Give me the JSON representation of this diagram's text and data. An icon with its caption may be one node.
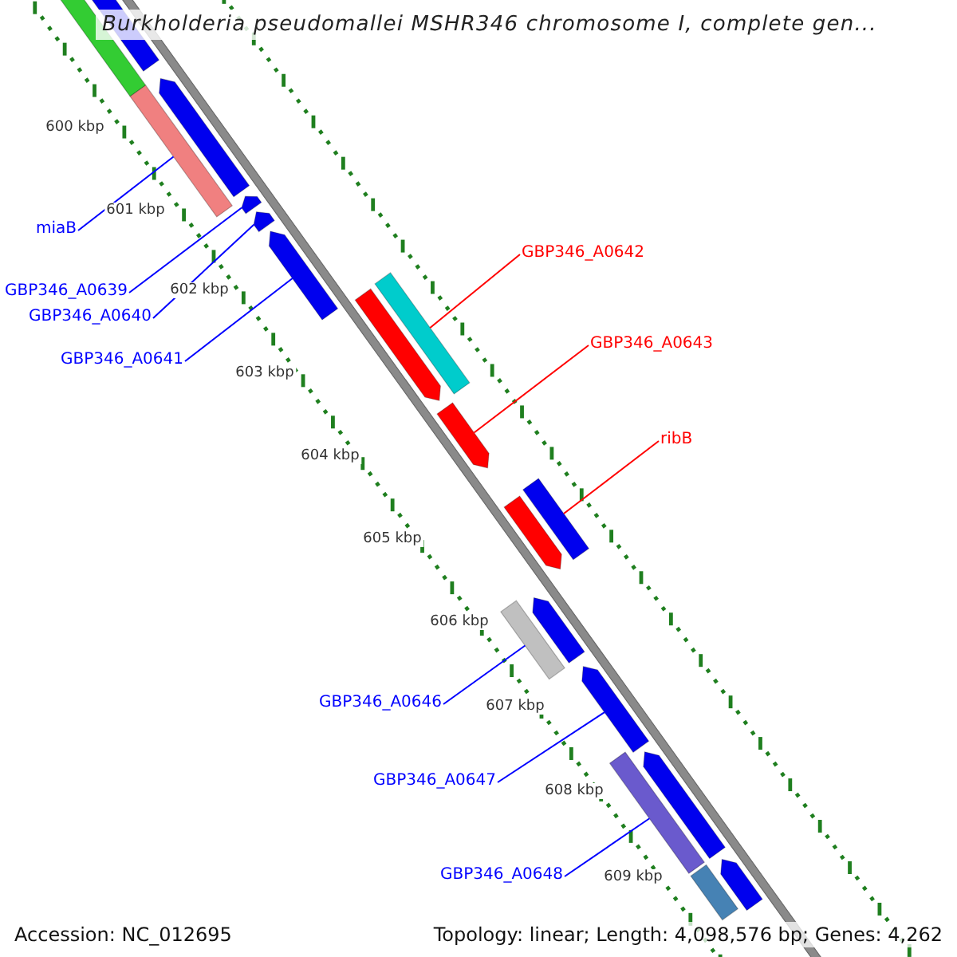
{
  "diagram": {
    "title": "Burkholderia pseudomallei MSHR346 chromosome I, complete gen...",
    "nodes": [
      {
        "text": [
          "miaB"
        ]
      },
      {
        "text": [
          "GBP346_A0639"
        ]
      },
      {
        "text": [
          "GBP346_A0640"
        ]
      },
      {
        "text": [
          "GBP346_A0641"
        ]
      },
      {
        "text": [
          "GBP346_A0642"
        ]
      },
      {
        "text": [
          "GBP346_A0643"
        ]
      },
      {
        "text": [
          "ribB"
        ]
      },
      {
        "text": [
          "GBP346_A0646"
        ]
      },
      {
        "text": [
          "GBP346_A0647"
        ]
      },
      {
        "text": [
          "GBP346_A0648"
        ]
      },
      {
        "text": [],
        "shape": "arrow"
      },
      {
        "text": [],
        "shape": "bar"
      },
      {
        "text": [],
        "shape": "arrow"
      },
      {
        "text": [],
        "shape": "bar"
      },
      {
        "text": [],
        "shape": "arrow"
      },
      {
        "text": [],
        "shape": "arrow"
      },
      {
        "text": [],
        "shape": "arrow"
      },
      {
        "text": [],
        "shape": "bar"
      },
      {
        "text": [],
        "shape": "arrow"
      },
      {
        "text": [],
        "shape": "arrow"
      },
      {
        "text": [],
        "shape": "bar"
      },
      {
        "text": [],
        "shape": "arrow"
      },
      {
        "text": [],
        "shape": "bar"
      },
      {
        "text": [],
        "shape": "arrow"
      },
      {
        "text": [],
        "shape": "arrow"
      },
      {
        "text": [],
        "shape": "bar"
      },
      {
        "text": [],
        "shape": "arrow"
      },
      {
        "text": [],
        "shape": "bar"
      },
      {
        "text": [],
        "shape": "arrow"
      }
    ],
    "edges": [
      {
        "from": 0,
        "to": 13,
        "arrow": "none"
      },
      {
        "from": 1,
        "to": 14,
        "arrow": "none"
      },
      {
        "from": 2,
        "to": 15,
        "arrow": "none"
      },
      {
        "from": 3,
        "to": 16,
        "arrow": "none"
      },
      {
        "from": 4,
        "to": 17,
        "arrow": "none",
        "color": "#ff0000"
      },
      {
        "from": 5,
        "to": 19,
        "arrow": "none",
        "color": "#ff0000"
      },
      {
        "from": 6,
        "to": 20,
        "arrow": "none",
        "color": "#ff0000"
      },
      {
        "from": 7,
        "to": 22,
        "arrow": "none"
      },
      {
        "from": 8,
        "to": 24,
        "arrow": "none"
      },
      {
        "from": 9,
        "to": 25,
        "arrow": "none"
      }
    ],
    "labels": [
      "600 kbp",
      "601 kbp",
      "602 kbp",
      "603 kbp",
      "604 kbp",
      "605 kbp",
      "606 kbp",
      "607 kbp",
      "608 kbp",
      "609 kbp",
      "Accession: NC_012695",
      "Topology: linear; Length: 4,098,576 bp; Genes: 4,262"
    ]
  }
}
